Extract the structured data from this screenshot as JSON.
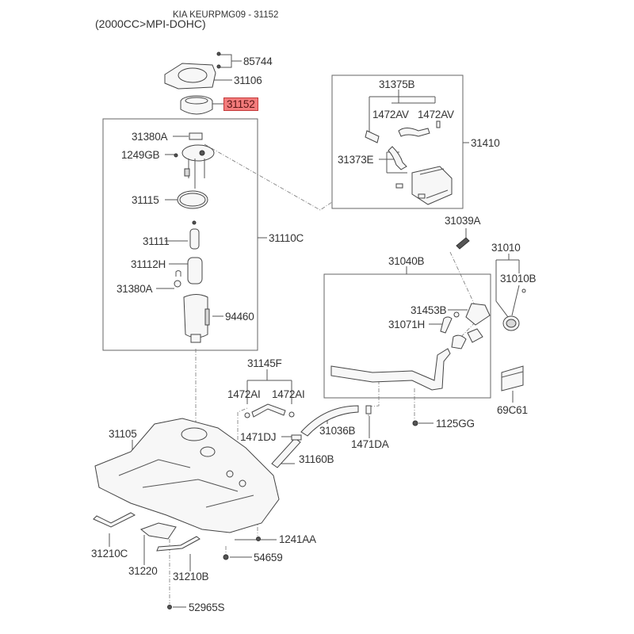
{
  "header": {
    "title": "KIA KEURPMG09 - 31152",
    "engine": "(2000CC>MPI-DOHC)"
  },
  "highlight_color": "#f27b7b",
  "highlighted_part": "31152",
  "parts": {
    "p85744": "85744",
    "p31106": "31106",
    "p31152": "31152",
    "p31380A_top": "31380A",
    "p1249GB": "1249GB",
    "p31115": "31115",
    "p31111": "31111",
    "p31112H": "31112H",
    "p31380A_mid": "31380A",
    "p94460": "94460",
    "p31110C": "31110C",
    "p31375B": "31375B",
    "p1472AV_a": "1472AV",
    "p1472AV_b": "1472AV",
    "p31373E": "31373E",
    "p31410": "31410",
    "p31039A": "31039A",
    "p31010": "31010",
    "p31010B": "31010B",
    "p31040B": "31040B",
    "p31453B": "31453B",
    "p31071H": "31071H",
    "p69C61": "69C61",
    "p1125GG": "1125GG",
    "p31145F": "31145F",
    "p1472AI_a": "1472AI",
    "p1472AI_b": "1472AI",
    "p1471DJ": "1471DJ",
    "p31036B": "31036B",
    "p1471DA": "1471DA",
    "p31160B": "31160B",
    "p31105": "31105",
    "p1241AA": "1241AA",
    "p54659": "54659",
    "p31210C": "31210C",
    "p31220": "31220",
    "p31210B": "31210B",
    "p52965S": "52965S"
  }
}
